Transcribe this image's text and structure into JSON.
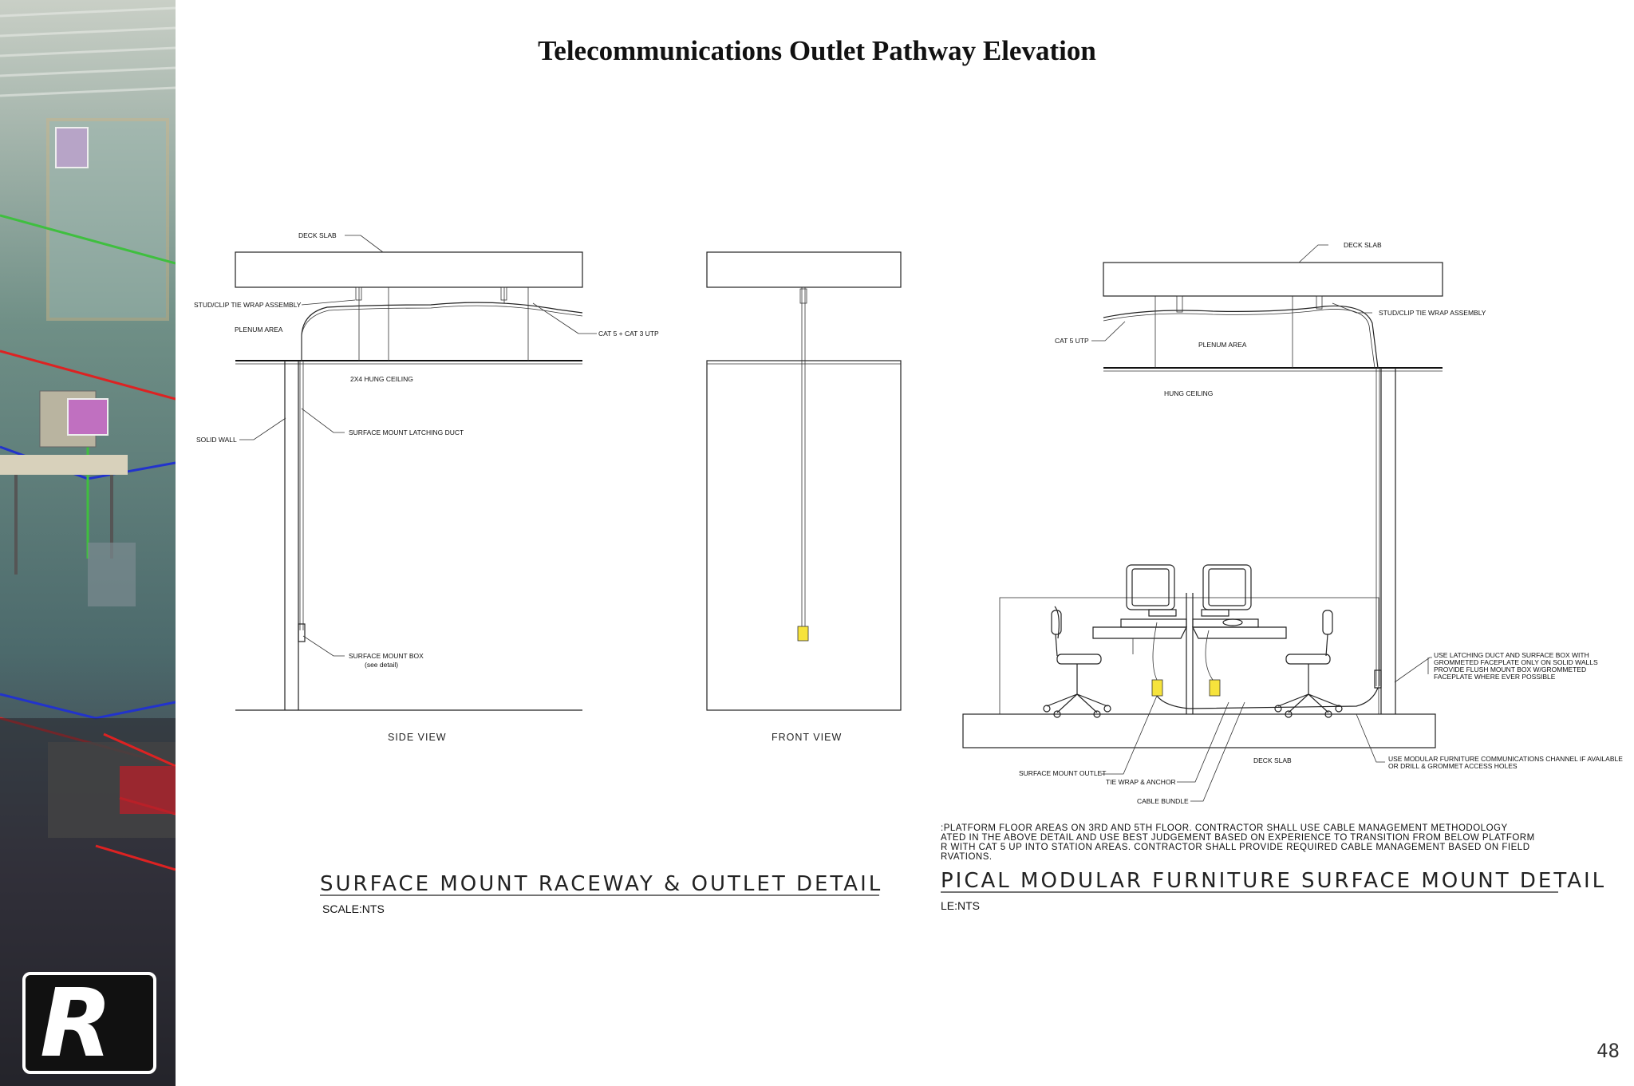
{
  "title": "Telecommunications Outlet Pathway Elevation",
  "page_number": "48",
  "logo_letter": "R",
  "left_detail": {
    "labels": {
      "deck_slab": "DECK SLAB",
      "stud_clip": "STUD/CLIP TIE WRAP ASSEMBLY",
      "plenum": "PLENUM AREA",
      "cat_utp": "CAT 5 + CAT 3 UTP",
      "ceiling": "2X4 HUNG CEILING",
      "solid_wall": "SOLID WALL",
      "latching_duct": "SURFACE MOUNT LATCHING DUCT",
      "mount_box": "SURFACE MOUNT BOX",
      "see_detail": "(see detail)"
    },
    "side_view": "SIDE VIEW",
    "front_view": "FRONT VIEW",
    "heading": "SURFACE MOUNT RACEWAY & OUTLET DETAIL",
    "scale": "SCALE:NTS"
  },
  "right_detail": {
    "labels": {
      "deck_slab_top": "DECK SLAB",
      "stud_clip": "STUD/CLIP TIE WRAP ASSEMBLY",
      "cat5": "CAT 5 UTP",
      "plenum": "PLENUM AREA",
      "ceiling": "HUNG CEILING",
      "note_duct": [
        "USE LATCHING DUCT AND SURFACE BOX WITH",
        "GROMMETED FACEPLATE ONLY ON SOLID WALLS",
        "PROVIDE FLUSH MOUNT BOX W/GROMMETED",
        "FACEPLATE WHERE EVER POSSIBLE"
      ],
      "deck_slab_bottom": "DECK SLAB",
      "note_channel": [
        "USE MODULAR FURNITURE COMMUNICATIONS CHANNEL IF AVAILABLE",
        "OR DRILL & GROMMET ACCESS HOLES"
      ],
      "outlet": "SURFACE MOUNT OUTLET",
      "tie_wrap": "TIE WRAP & ANCHOR",
      "cable_bundle": "CABLE BUNDLE"
    },
    "notes": [
      ":PLATFORM FLOOR AREAS ON 3RD AND 5TH FLOOR. CONTRACTOR SHALL USE CABLE MANAGEMENT METHODOLOGY",
      "ATED IN THE ABOVE DETAIL AND USE BEST JUDGEMENT BASED ON EXPERIENCE TO TRANSITION FROM BELOW PLATFORM",
      "R WITH CAT 5 UP INTO STATION AREAS. CONTRACTOR SHALL PROVIDE REQUIRED CABLE MANAGEMENT BASED ON FIELD",
      "RVATIONS."
    ],
    "heading": "PICAL MODULAR FURNITURE SURFACE MOUNT DETAIL",
    "scale": "LE:NTS"
  }
}
